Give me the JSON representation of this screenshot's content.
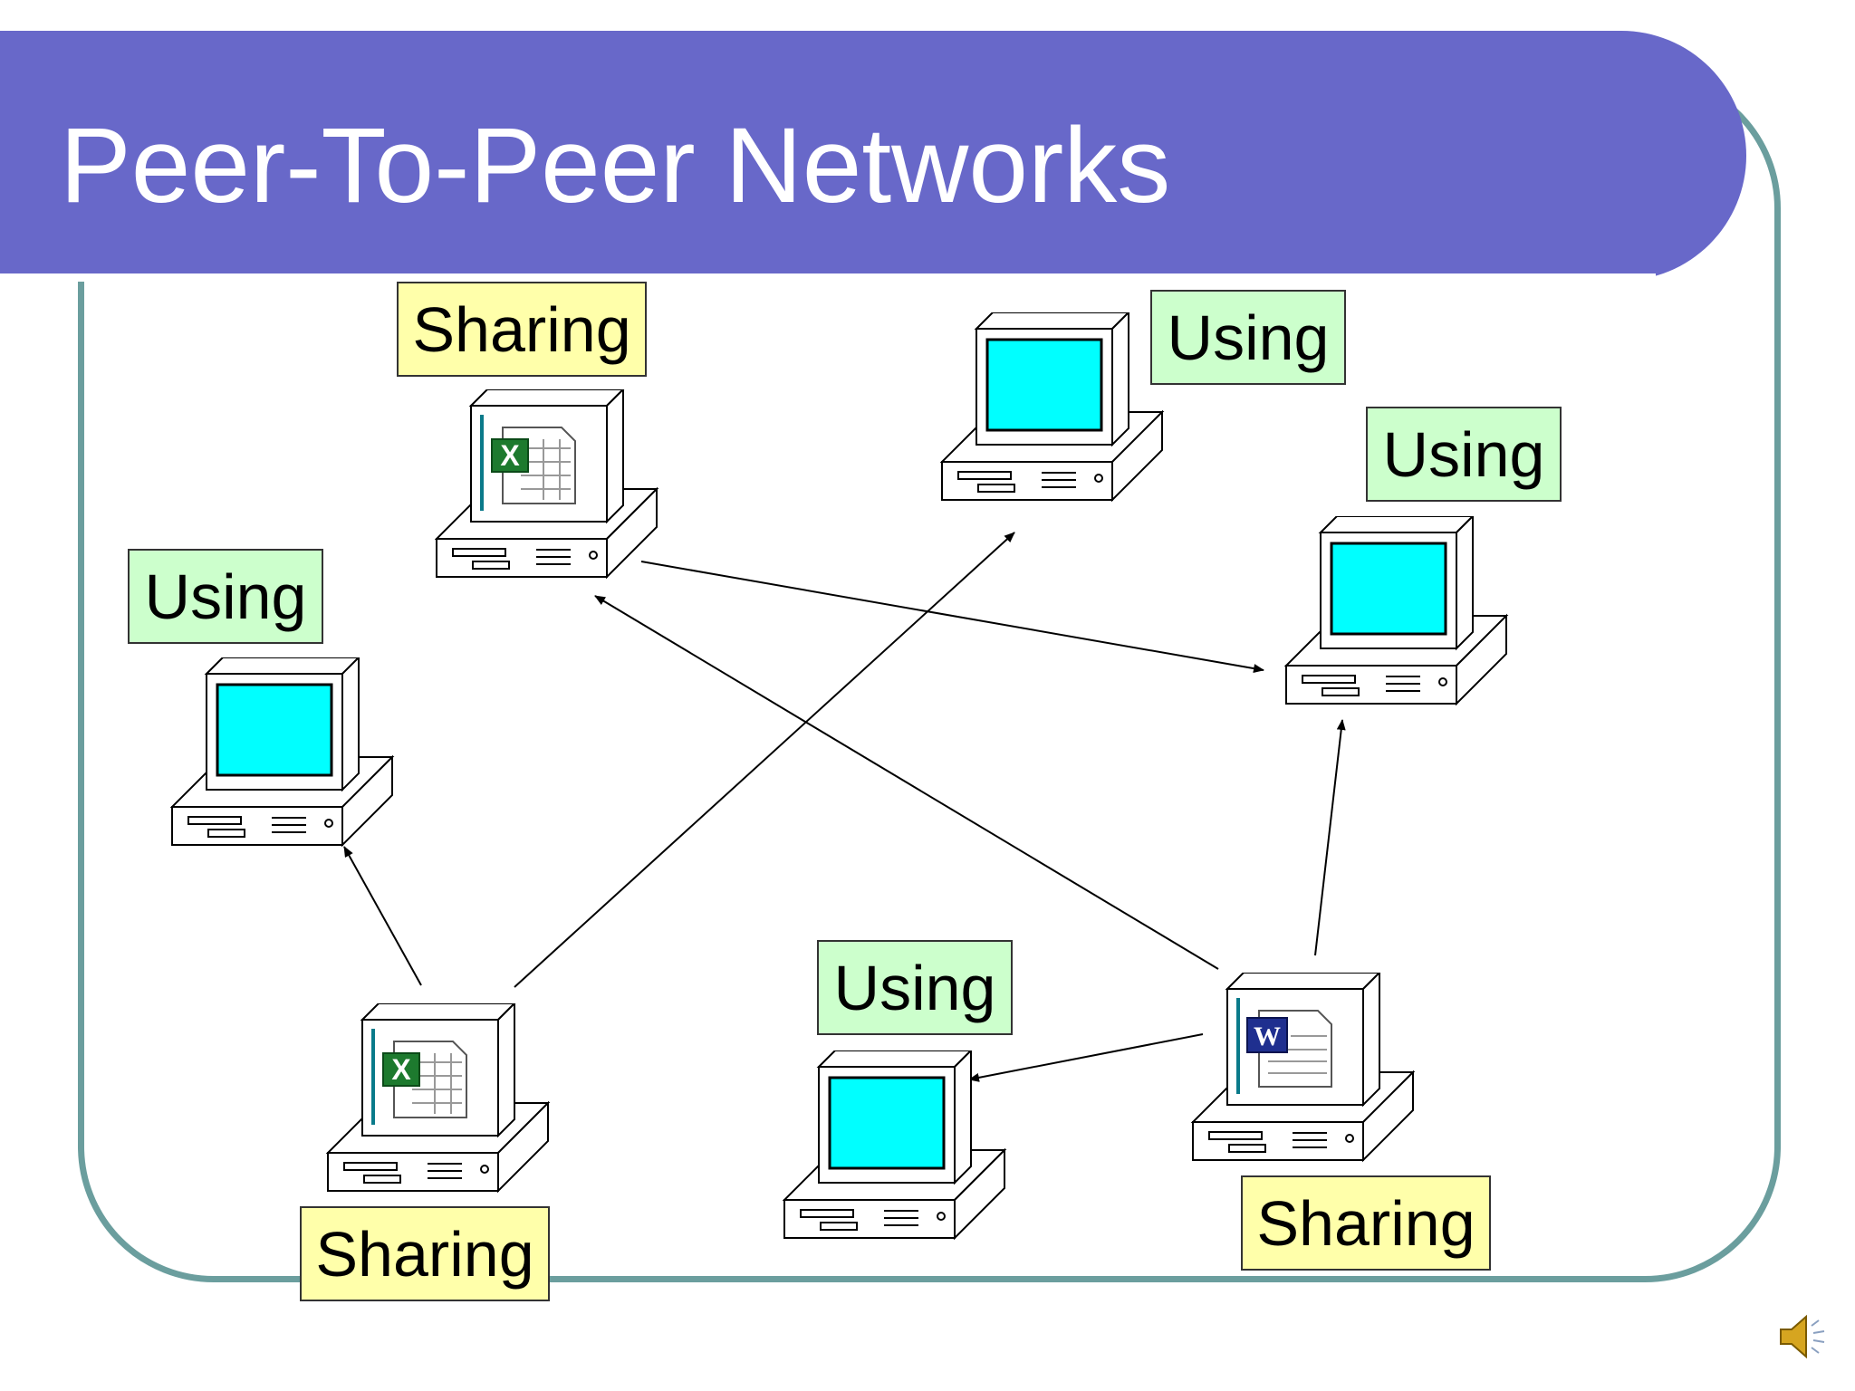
{
  "slide": {
    "title": "Peer-To-Peer Networks"
  },
  "labels": {
    "sharing_top": "Sharing",
    "using_top": "Using",
    "using_right": "Using",
    "using_left": "Using",
    "using_bottom": "Using",
    "sharing_bottom_left": "Sharing",
    "sharing_bottom_right": "Sharing"
  },
  "colors": {
    "banner": "#6868C9",
    "frame": "#6B9E9E",
    "sharing_label": "#FFFFAA",
    "using_label": "#CCFFCC",
    "screen": "#00FFFF"
  },
  "icons": {
    "spreadsheet": "excel-document-icon",
    "document": "word-document-icon",
    "sound": "speaker-icon"
  }
}
